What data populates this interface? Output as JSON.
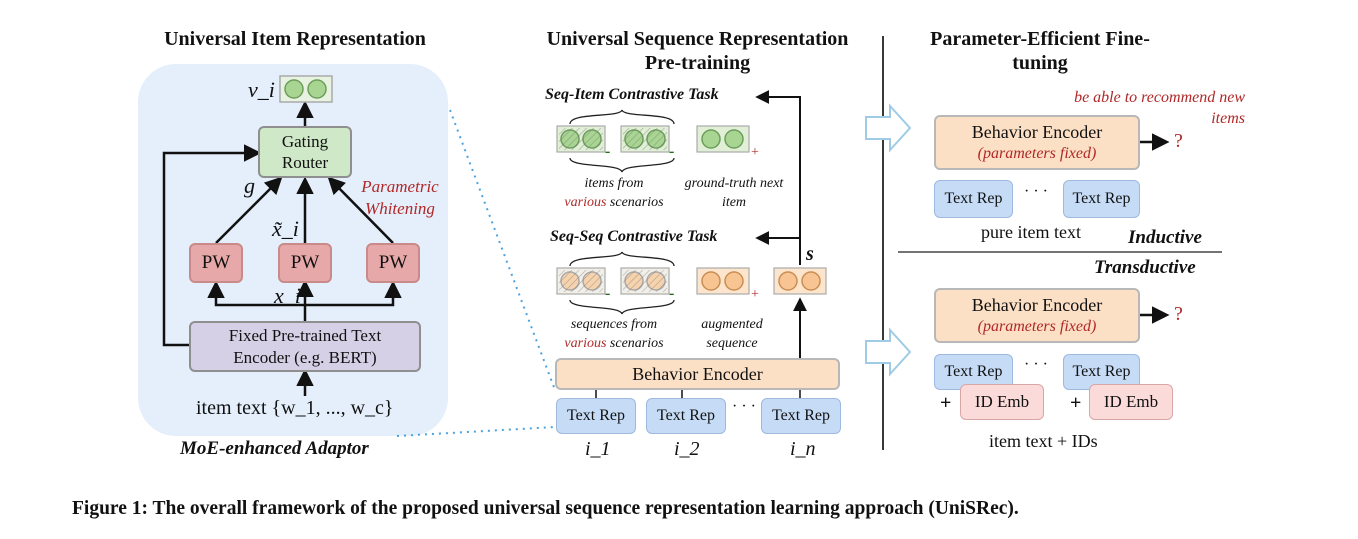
{
  "panels": {
    "left_title": "Universal Item Representation",
    "middle_title": "Universal Sequence Representation Pre-training",
    "right_title": "Parameter-Efficient Fine-tuning"
  },
  "left": {
    "v_label": "v_i",
    "gating_router": "Gating Router",
    "g_label": "g",
    "parametric_whitening": "Parametric Whitening",
    "x_tilde_label": "x̃_i",
    "pw_labels": [
      "PW",
      "PW",
      "PW"
    ],
    "x_label": "x_i",
    "text_encoder": "Fixed Pre-trained Text Encoder (e.g. BERT)",
    "item_text": "item text {w_1, ..., w_c}",
    "adaptor_label": "MoE-enhanced Adaptor"
  },
  "middle": {
    "seq_item_task": "Seq-Item Contrastive Task",
    "items_from": "items from",
    "various": "various",
    "scenarios": "scenarios",
    "ground_truth": "ground-truth next item",
    "seq_seq_task": "Seq-Seq Contrastive Task",
    "sequences_from": "sequences from",
    "augmented_sequence": "augmented sequence",
    "s_label": "s",
    "behavior_encoder": "Behavior Encoder",
    "text_rep": "Text Rep",
    "ellipsis": "· · ·",
    "positions": [
      "i_1",
      "i_2",
      "i_n"
    ],
    "minus": "-",
    "plus": "+"
  },
  "right": {
    "recommend_note": "be able to recommend new items",
    "behavior_encoder": "Behavior Encoder",
    "params_fixed": "(parameters fixed)",
    "question": "?",
    "text_rep": "Text Rep",
    "ellipsis": "· · ·",
    "pure_item_text": "pure item text",
    "inductive": "Inductive",
    "transductive": "Transductive",
    "id_emb": "ID Emb",
    "plus": "+",
    "item_text_ids": "item text + IDs"
  },
  "caption": "Figure 1: The overall framework of the proposed universal sequence representation learning approach (UniSRec).",
  "colors": {
    "panel_bg": "#e4effb",
    "pw": "#e6a8a8",
    "gate": "#cfe8c8",
    "encoder": "#d6d0e6",
    "behavior": "#fbe0c5",
    "text_rep": "#c6dcf6",
    "id_emb": "#fbdada",
    "accent_red": "#b02828",
    "dotted_blue": "#4aa3df"
  }
}
